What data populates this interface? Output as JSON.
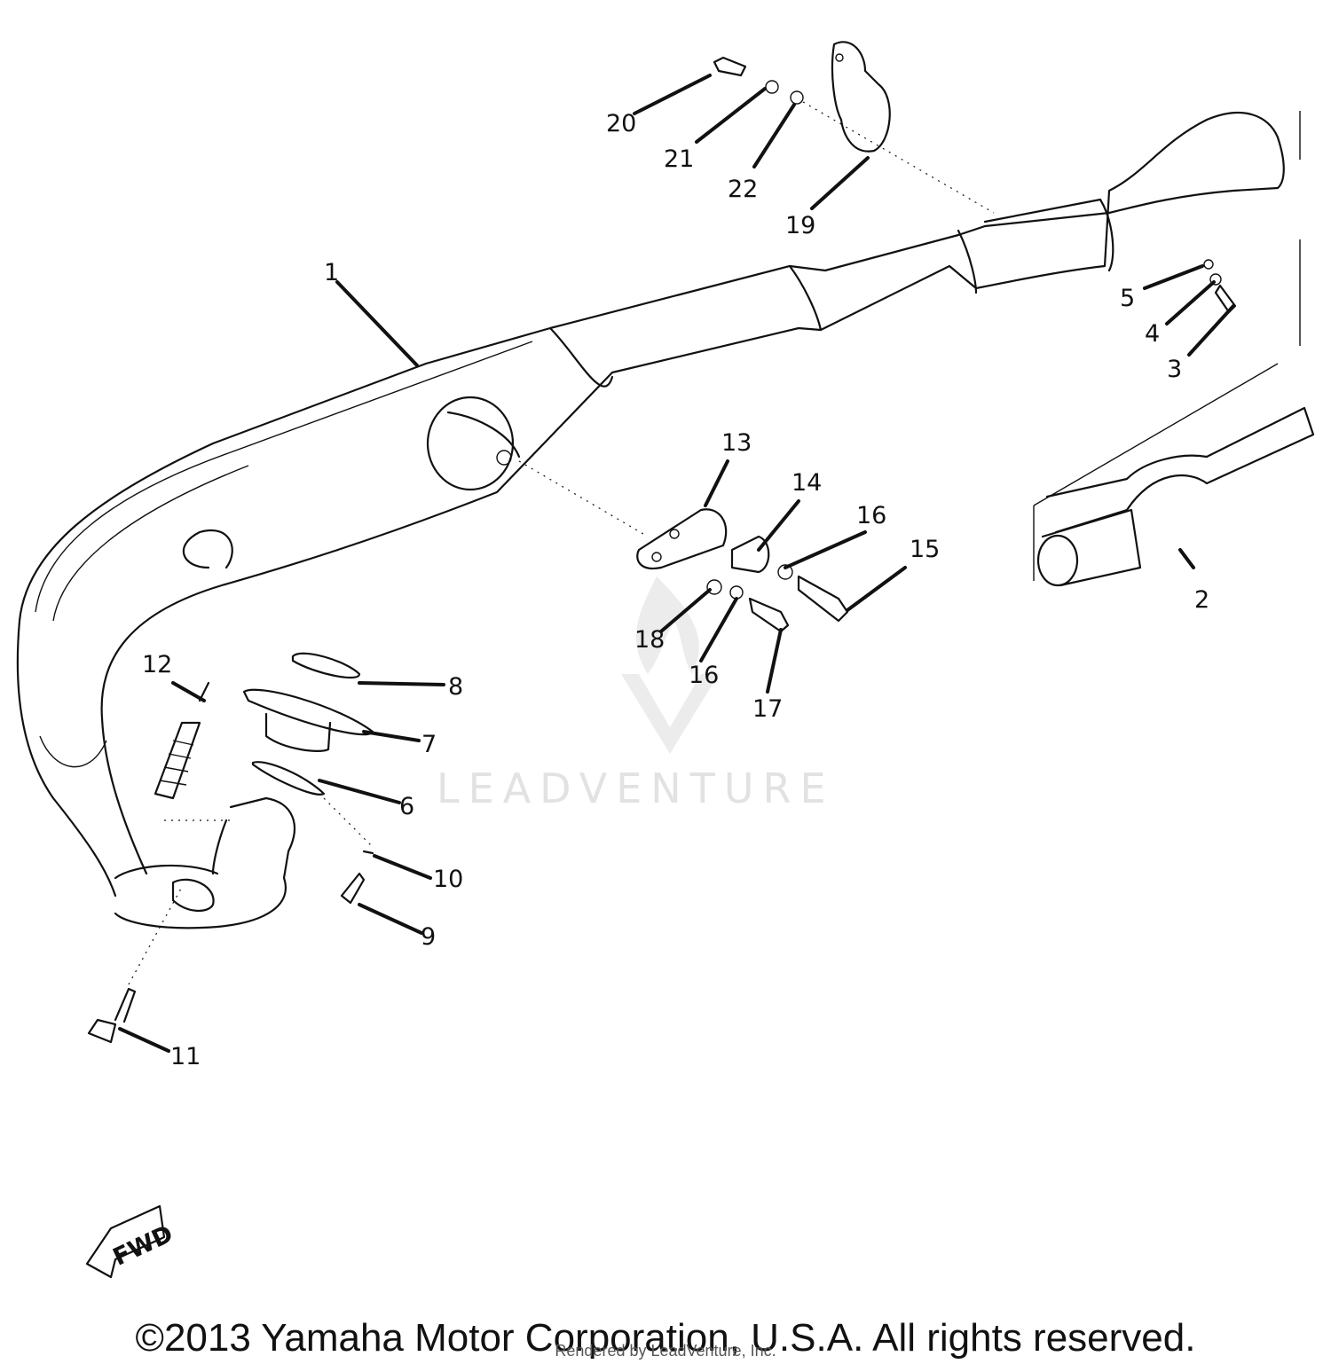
{
  "watermark": {
    "text": "LEADVENTURE"
  },
  "fwd_badge": "FWD",
  "copyright": "©2013 Yamaha Motor Corporation, U.S.A. All rights reserved.",
  "rendered_by": "Rendered by LeadVenture, Inc.",
  "callouts": {
    "c1": "1",
    "c2": "2",
    "c3": "3",
    "c4": "4",
    "c5": "5",
    "c6": "6",
    "c7": "7",
    "c8": "8",
    "c9": "9",
    "c10": "10",
    "c11": "11",
    "c12": "12",
    "c13": "13",
    "c14": "14",
    "c15": "15",
    "c16a": "16",
    "c16b": "16",
    "c17": "17",
    "c18": "18",
    "c19": "19",
    "c20": "20",
    "c21": "21",
    "c22": "22"
  }
}
